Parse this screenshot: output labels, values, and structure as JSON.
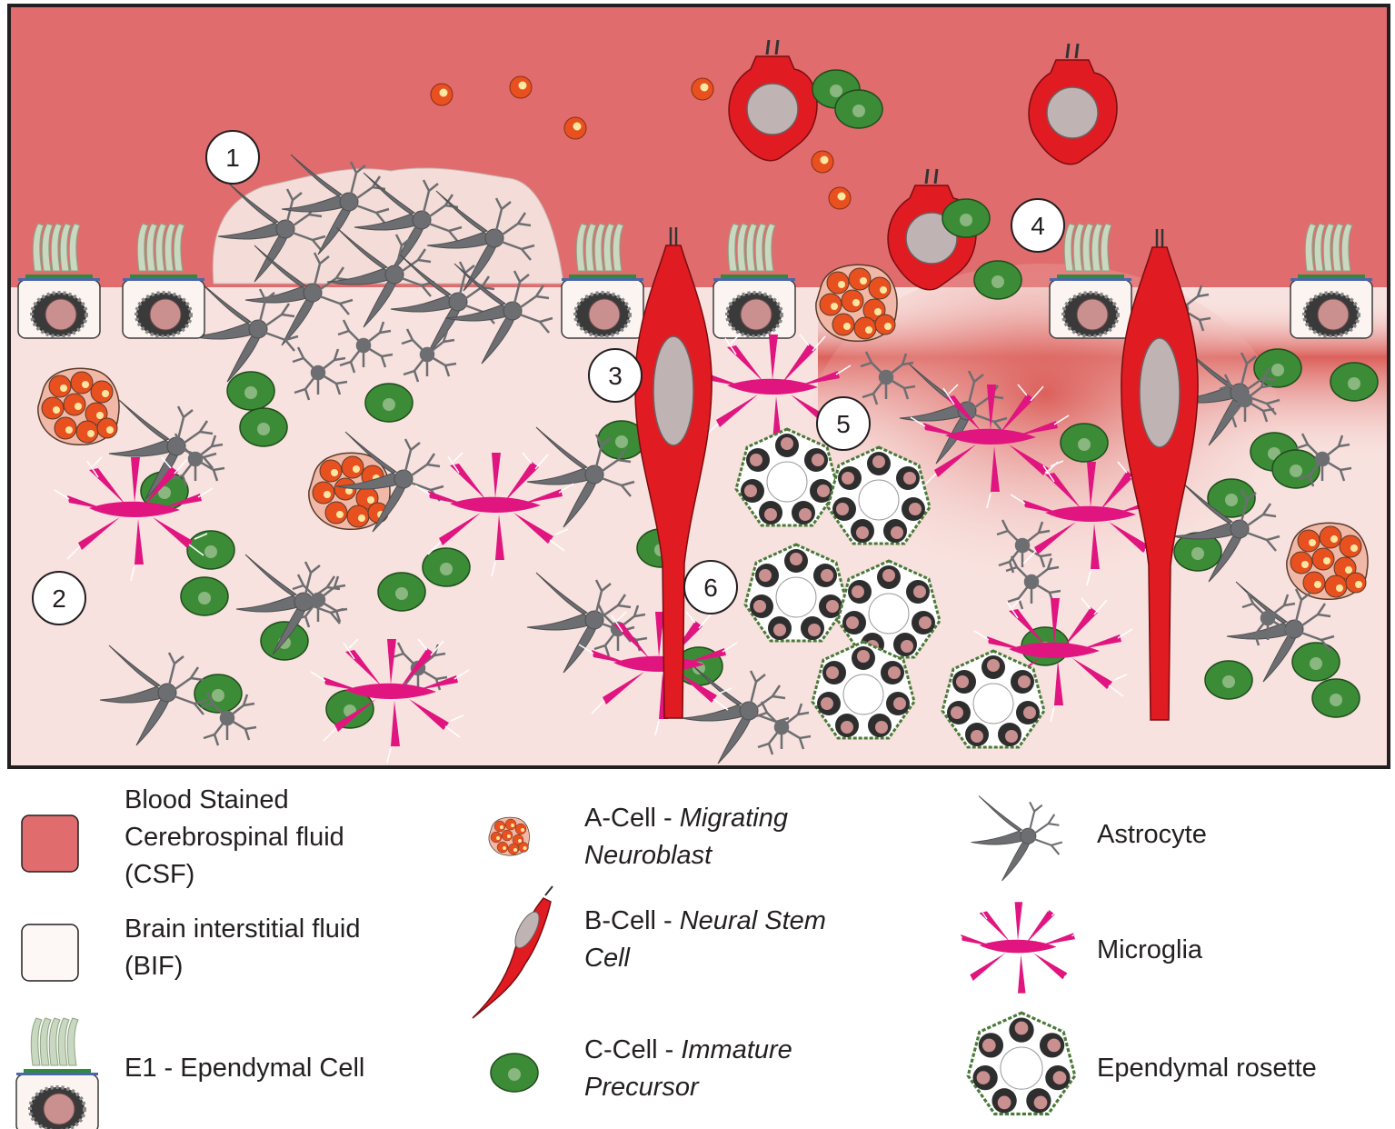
{
  "colors": {
    "csf": "#e06c6e",
    "bif": "#f8e2df",
    "bif_dark": "#d9534e",
    "astrocyte": "#6d6e71",
    "microglia": "#e0157f",
    "c_cell": "#3c8c37",
    "a_cell": "#e9501f",
    "b_cell": "#e01b22",
    "nucleus": "#c0b3b4",
    "ependymal_cilia": "#c8d8c1"
  },
  "markers": [
    "1",
    "2",
    "3",
    "4",
    "5",
    "6"
  ],
  "legend": {
    "csf": {
      "icon": "pink-swatch",
      "line1": "Blood Stained",
      "line2": "Cerebrospinal fluid",
      "line3": "(CSF)"
    },
    "bif": {
      "icon": "light-swatch",
      "line1": "Brain interstitial fluid",
      "line2": "(BIF)"
    },
    "e1": {
      "icon": "ependymal-cell-icon",
      "label": "E1 - Ependymal Cell"
    },
    "a_cell": {
      "icon": "a-cell-cluster-icon",
      "prefix": "A-Cell - ",
      "italic1": "Migrating",
      "italic2": "Neuroblast"
    },
    "b_cell": {
      "icon": "b-cell-icon",
      "prefix": "B-Cell - ",
      "italic1": "Neural Stem",
      "italic2": "Cell"
    },
    "c_cell": {
      "icon": "c-cell-icon",
      "prefix": "C-Cell - ",
      "italic1": "Immature",
      "italic2": "Precursor"
    },
    "astrocyte": {
      "icon": "astrocyte-icon",
      "label": "Astrocyte"
    },
    "microglia": {
      "icon": "microglia-icon",
      "label": "Microglia"
    },
    "rosette": {
      "icon": "ependymal-rosette-icon",
      "label": "Ependymal rosette"
    }
  }
}
